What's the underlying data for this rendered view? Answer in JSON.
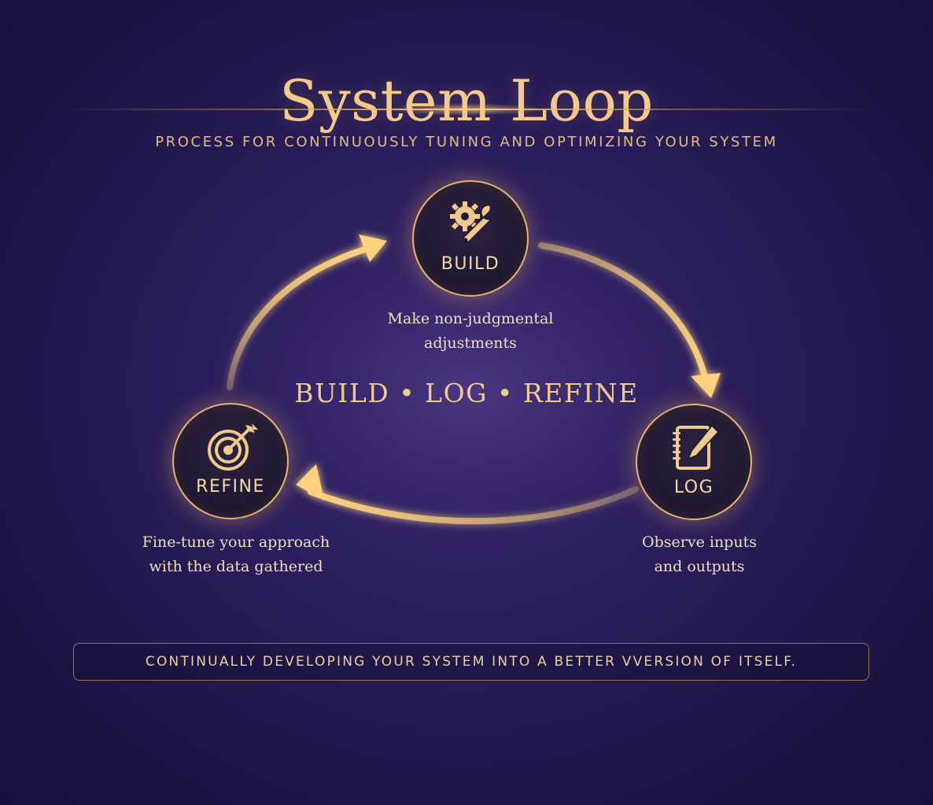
{
  "header": {
    "title": "System Loop",
    "subtitle": "PROCESS FOR CONTINUOUSLY TUNING AND OPTIMIZING YOUR SYSTEM"
  },
  "center_motto": "BUILD • LOG • REFINE",
  "nodes": {
    "build": {
      "label": "BUILD",
      "icon": "gear-wrench-icon",
      "description_line1": "Make non-judgmental",
      "description_line2": "adjustments"
    },
    "log": {
      "label": "LOG",
      "icon": "notebook-pencil-icon",
      "description_line1": "Observe inputs",
      "description_line2": "and outputs"
    },
    "refine": {
      "label": "REFINE",
      "icon": "target-arrow-icon",
      "description_line1": "Fine-tune your approach",
      "description_line2": "with the data gathered"
    }
  },
  "footer": {
    "text": "CONTINUALLY DEVELOPING YOUR SYSTEM INTO A BETTER VVERSION OF ITSELF."
  },
  "colors": {
    "background": "#231a52",
    "gold": "#f0c98a",
    "arrow_glow": "#ffd27f"
  }
}
